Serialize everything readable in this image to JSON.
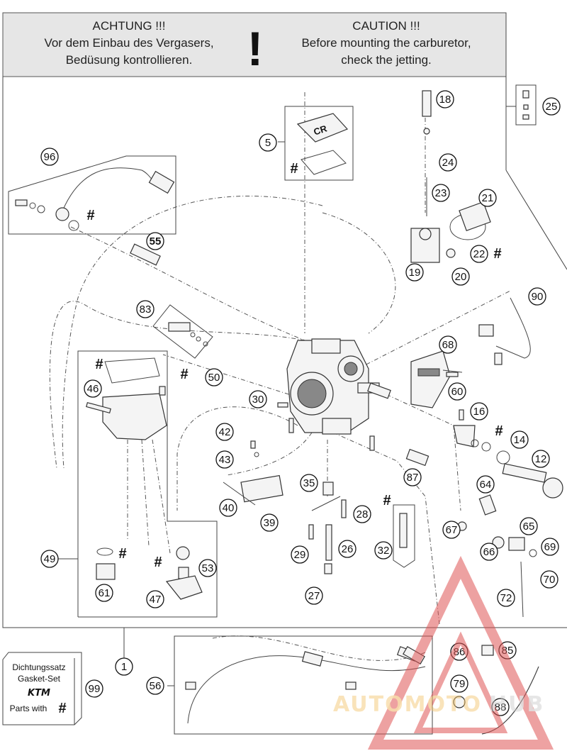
{
  "warning": {
    "de": [
      "ACHTUNG !!!",
      "Vor dem Einbau des Vergasers,",
      "Bedüsung kontrollieren."
    ],
    "en": [
      "CAUTION !!!",
      "Before mounting the carburetor,",
      "check the jetting."
    ],
    "symbol": "!"
  },
  "logo_text": "CR",
  "gasket_set": {
    "lines": [
      "Dichtungssatz",
      "Gasket-Set"
    ],
    "brand": "KTM",
    "parts_with": "Parts with",
    "symbol": "#"
  },
  "hash_symbol": "#",
  "callouts": [
    "1",
    "5",
    "12",
    "14",
    "16",
    "18",
    "19",
    "20",
    "21",
    "22",
    "23",
    "24",
    "25",
    "26",
    "27",
    "28",
    "29",
    "30",
    "32",
    "35",
    "39",
    "40",
    "42",
    "43",
    "46",
    "47",
    "49",
    "50",
    "53",
    "55",
    "56",
    "60",
    "61",
    "64",
    "65",
    "66",
    "67",
    "68",
    "69",
    "70",
    "72",
    "79",
    "83",
    "85",
    "86",
    "87",
    "88",
    "90",
    "96",
    "99"
  ],
  "watermark": {
    "part1": "AUTOMOTO",
    "part2": "HUB"
  },
  "colors": {
    "warning_bg": "#e6e6e6",
    "watermark_red": "#e05555",
    "watermark_yellow": "#f2c46a"
  }
}
